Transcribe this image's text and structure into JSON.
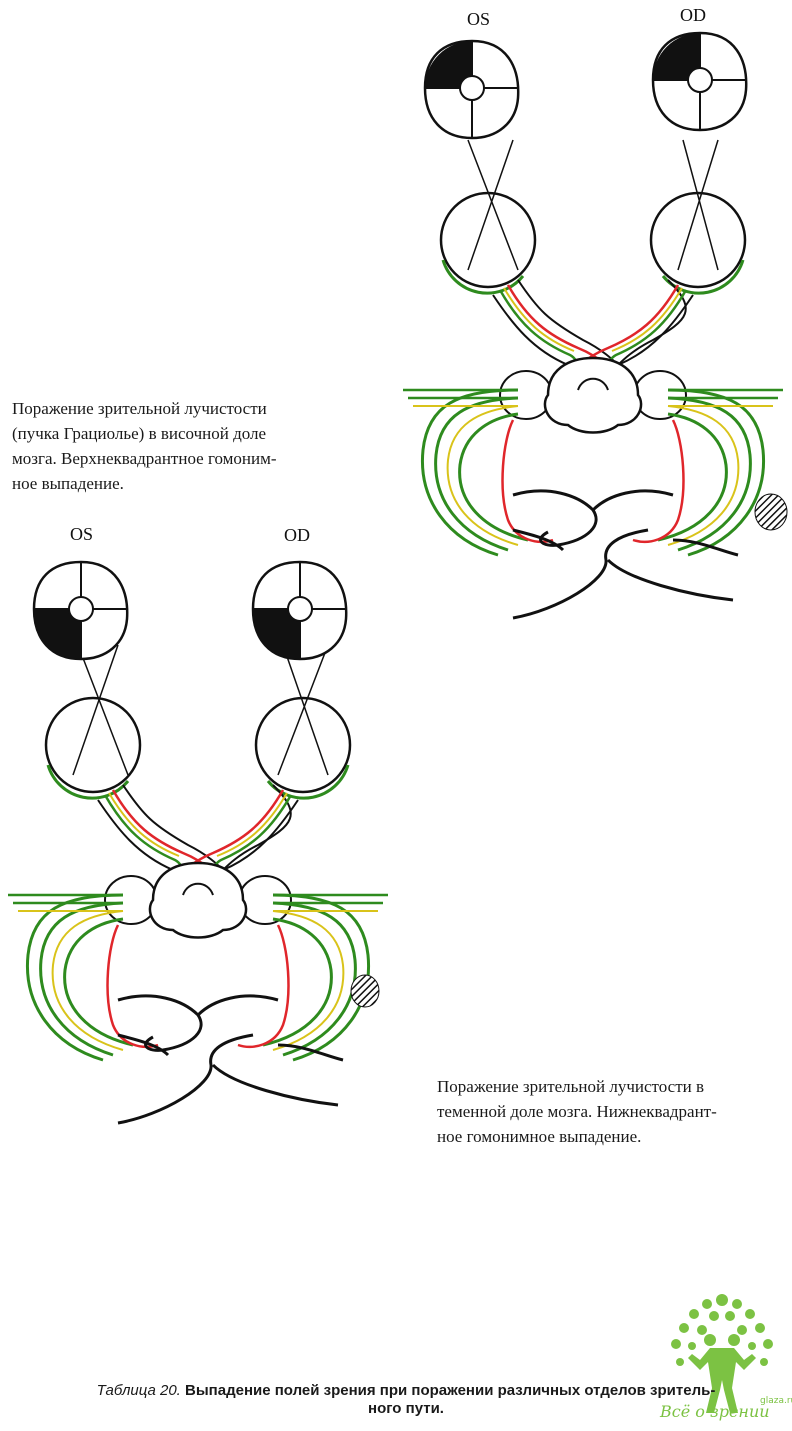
{
  "panels": {
    "top": {
      "eye_left_label": "OS",
      "eye_right_label": "OD",
      "caption_lines": [
        "Поражение зрительной лучистости",
        "(пучка Грациолье) в височной доле",
        "мозга. Верхнеквадрантное гомоним-",
        "ное выпадение."
      ],
      "field_defect": "upper-quadrant homonymous"
    },
    "bottom": {
      "eye_left_label": "OS",
      "eye_right_label": "OD",
      "caption_lines": [
        "Поражение зрительной лучистости в",
        "теменной доле мозга. Нижнеквадрант-",
        "ное гомонимное выпадение."
      ],
      "field_defect": "lower-quadrant homonymous"
    }
  },
  "table_caption": {
    "number": "Таблица 20.",
    "text_line1": "Выпадение полей зрения при поражении различных отделов зритель-",
    "text_line2": "ного пути."
  },
  "watermark": {
    "text": "Всё о зрении",
    "domain": "glaza.ru"
  },
  "colors": {
    "red": "#e0262b",
    "green": "#2e8b1e",
    "yellow": "#d9c31a",
    "blue": "#3c8ad6",
    "black": "#111111",
    "logo_green": "#7cc243"
  }
}
